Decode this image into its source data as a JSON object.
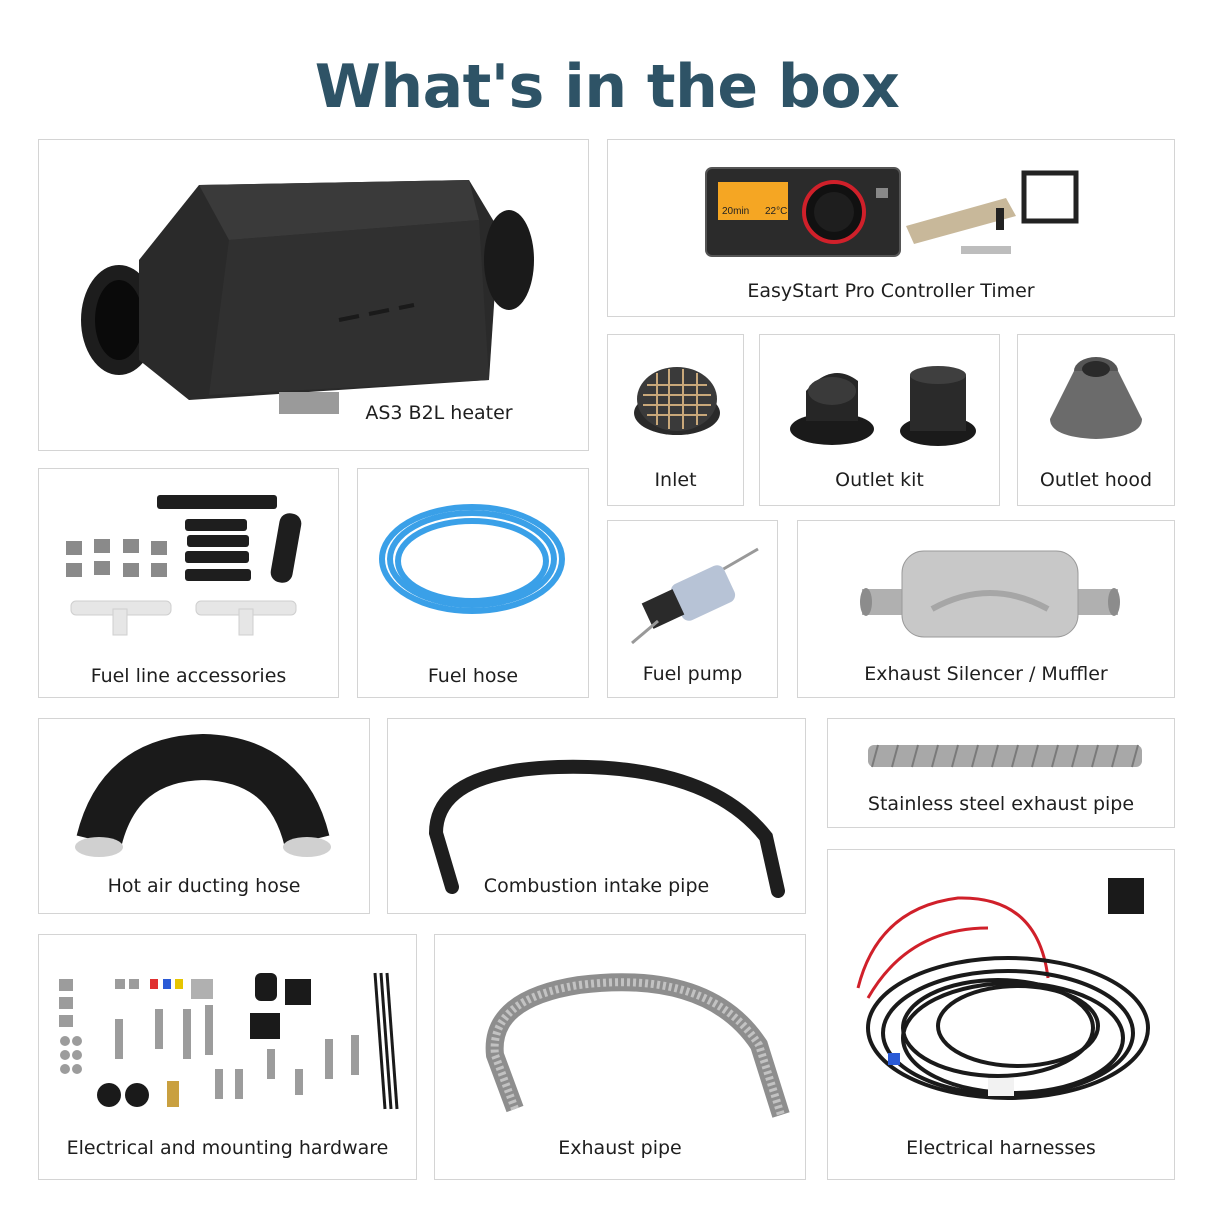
{
  "title": "What's in the box",
  "items": {
    "heater": "AS3 B2L heater",
    "controller": "EasyStart Pro Controller Timer",
    "inlet": "Inlet",
    "outlet_kit": "Outlet kit",
    "outlet_hood": "Outlet hood",
    "fuel_line_accessories": "Fuel line accessories",
    "fuel_hose": "Fuel hose",
    "fuel_pump": "Fuel pump",
    "exhaust_silencer": "Exhaust Silencer / Muffler",
    "hot_air_hose": "Hot air ducting hose",
    "combustion_intake": "Combustion intake pipe",
    "stainless_exhaust": "Stainless steel exhaust pipe",
    "mounting_hardware": "Electrical and mounting hardware",
    "exhaust_pipe": "Exhaust pipe",
    "harnesses": "Electrical harnesses"
  },
  "controller_display": {
    "timer": "20min",
    "temp": "22°C"
  },
  "colors": {
    "title": "#2e5366",
    "border": "#d4d4d4",
    "fuel_hose": "#3aa0e8",
    "display": "#f5a623",
    "harness_red": "#d0202a"
  }
}
